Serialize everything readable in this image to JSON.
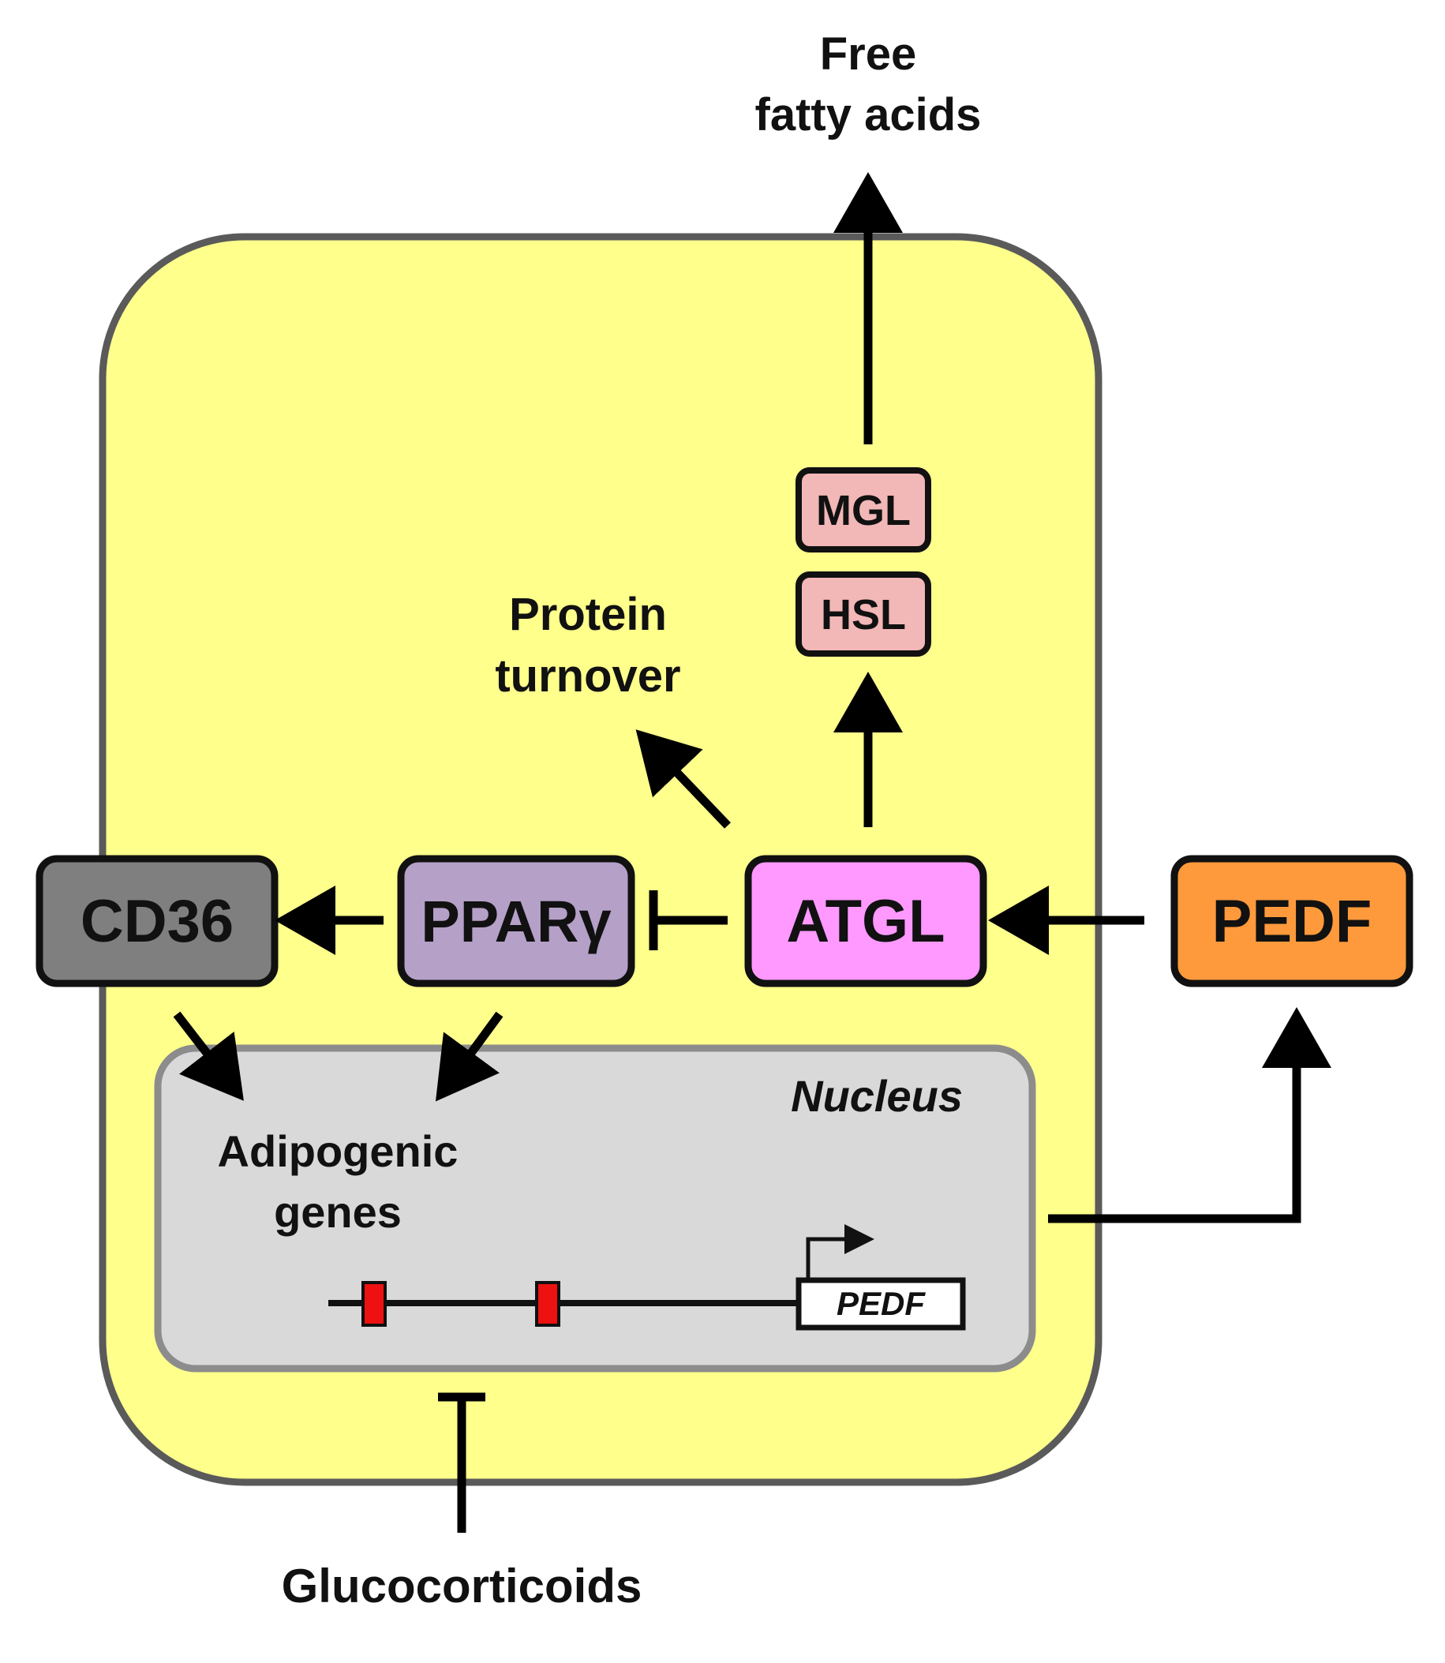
{
  "labels": {
    "free_fatty_acids_line1": "Free",
    "free_fatty_acids_line2": "fatty acids",
    "protein_turnover_line1": "Protein",
    "protein_turnover_line2": "turnover",
    "nucleus": "Nucleus",
    "adipogenic_line1": "Adipogenic",
    "adipogenic_line2": "genes",
    "glucocorticoids": "Glucocorticoids"
  },
  "nodes": {
    "cd36": "CD36",
    "ppar": "PPARγ",
    "atgl": "ATGL",
    "pedf": "PEDF",
    "mgl": "MGL",
    "hsl": "HSL",
    "pedf_gene": "PEDF"
  },
  "colors": {
    "cell_fill": "#ffff8c",
    "cell_stroke": "#5a5a5a",
    "nucleus_fill": "#d9d9d9",
    "nucleus_stroke": "#8c8c8c",
    "cd36": "#7f7f7f",
    "ppar": "#b5a0c8",
    "atgl": "#ff99ff",
    "pedf": "#ff9a3c",
    "mgl_hsl": "#f2b7b7",
    "regulatory_element": "#ee1111"
  }
}
